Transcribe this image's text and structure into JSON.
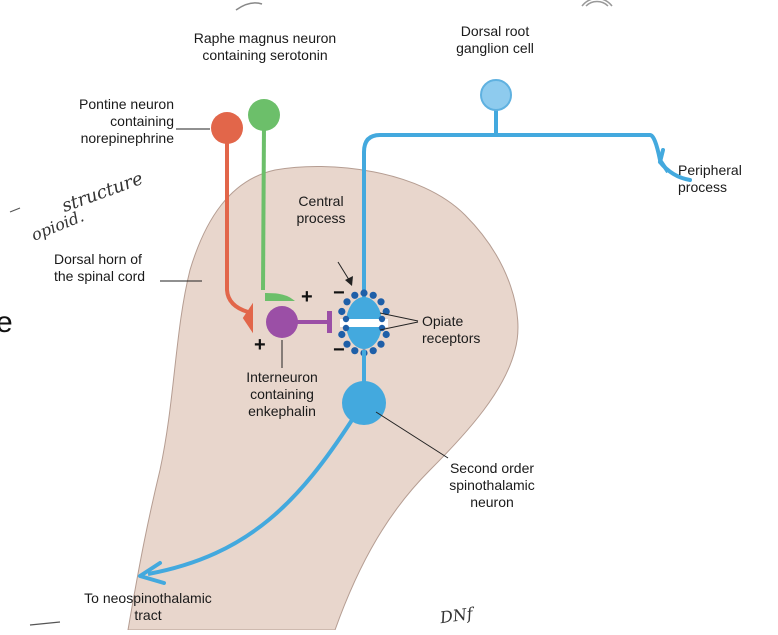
{
  "labels": {
    "raphe": "Raphe magnus neuron\ncontaining serotonin",
    "drg": "Dorsal root\nganglion cell",
    "pontine": "Pontine neuron\ncontaining\nnorepinephrine",
    "peripheral": "Peripheral\nprocess",
    "central": "Central\nprocess",
    "dorsal_horn": "Dorsal horn of\nthe spinal cord",
    "opiate": "Opiate\nreceptors",
    "interneuron": "Interneuron\ncontaining\nenkephalin",
    "second_order": "Second order\nspinothalamic\nneuron",
    "tract": "To neospinothalamic\ntract"
  },
  "signs": {
    "plus_top": "+",
    "plus_bottom": "+",
    "minus_top": "−",
    "minus_bottom": "−"
  },
  "edge_glyph": "e",
  "handwriting": {
    "line1": "structure",
    "line2": "opioid.",
    "line3": "DNf"
  },
  "colors": {
    "spinal_cord": "#e8d6cc",
    "serotonin_neuron": "#6cbf6a",
    "norepinephrine_neuron": "#e2664a",
    "enkephalin_interneuron": "#9b4fa6",
    "sensory_neuron": "#43a9de",
    "receptor_dots": "#1e5fa8"
  }
}
